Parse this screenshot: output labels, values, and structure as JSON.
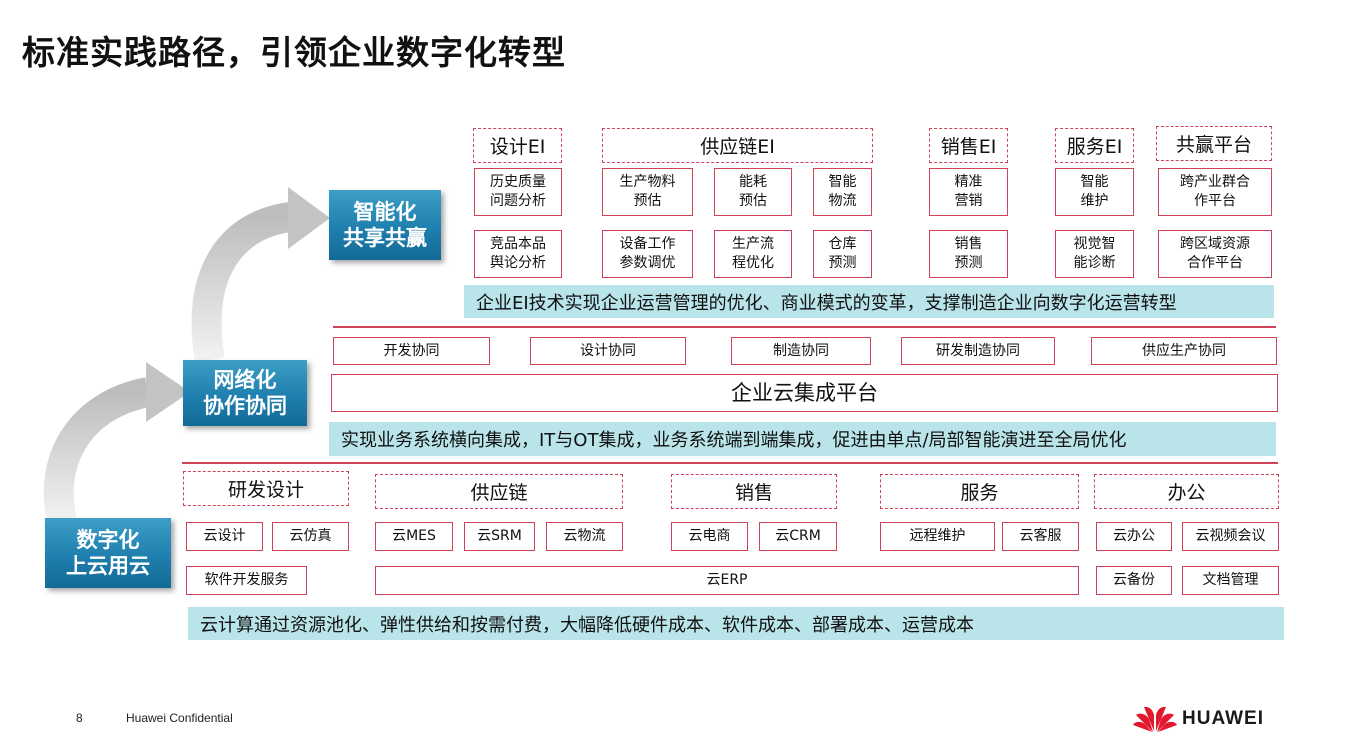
{
  "title": "标准实践路径，引领企业数字化转型",
  "stages": {
    "cloud": [
      "数字化",
      "上云用云"
    ],
    "network": [
      "网络化",
      "协作协同"
    ],
    "smart": [
      "智能化",
      "共享共赢"
    ]
  },
  "top": {
    "headers": [
      "设计EI",
      "供应链EI",
      "销售EI",
      "服务EI",
      "共赢平台"
    ],
    "row1": [
      [
        "历史质量",
        "问题分析"
      ],
      [
        "生产物料",
        "预估"
      ],
      [
        "能耗",
        "预估"
      ],
      [
        "智能",
        "物流"
      ],
      [
        "精准",
        "营销"
      ],
      [
        "智能",
        "维护"
      ],
      [
        "跨产业群合",
        "作平台"
      ]
    ],
    "row2": [
      [
        "竞品本品",
        "舆论分析"
      ],
      [
        "设备工作",
        "参数调优"
      ],
      [
        "生产流",
        "程优化"
      ],
      [
        "仓库",
        "预测"
      ],
      [
        "销售",
        "预测"
      ],
      [
        "视觉智",
        "能诊断"
      ],
      [
        "跨区域资源",
        "合作平台"
      ]
    ],
    "band": "企业EI技术实现企业运营管理的优化、商业模式的变革，支撑制造企业向数字化运营转型"
  },
  "middle": {
    "items": [
      "开发协同",
      "设计协同",
      "制造协同",
      "研发制造协同",
      "供应生产协同"
    ],
    "platform": "企业云集成平台",
    "band": "实现业务系统横向集成，IT与OT集成，业务系统端到端集成，促进由单点/局部智能演进至全局优化"
  },
  "bottom": {
    "headers": [
      "研发设计",
      "供应链",
      "销售",
      "服务",
      "办公"
    ],
    "row1": [
      "云设计",
      "云仿真",
      "云MES",
      "云SRM",
      "云物流",
      "云电商",
      "云CRM",
      "远程维护",
      "云客服",
      "云办公",
      "云视频会议"
    ],
    "row2": [
      "软件开发服务",
      "云ERP",
      "云备份",
      "文档管理"
    ],
    "band": "云计算通过资源池化、弹性供给和按需付费，大幅降低硬件成本、软件成本、部署成本、运营成本"
  },
  "footer": {
    "page": "8",
    "confidential": "Huawei Confidential",
    "brand": "HUAWEI"
  },
  "colors": {
    "accent": "#d04257",
    "band": "#b9e4ea",
    "stage": "#1f7fae",
    "arrow": "#c8c8c8"
  }
}
